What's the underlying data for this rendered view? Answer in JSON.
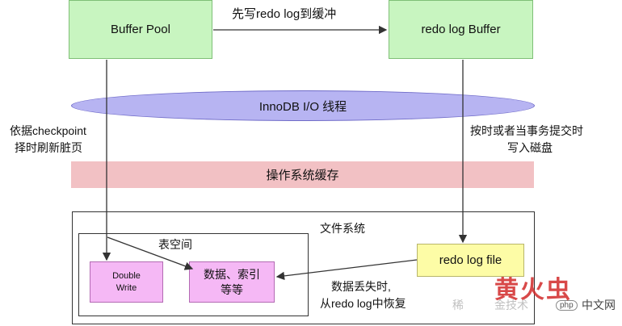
{
  "nodes": {
    "buffer_pool": "Buffer Pool",
    "redo_log_buffer": "redo log Buffer",
    "innodb_io": "InnoDB I/O 线程",
    "os_cache": "操作系统缓存",
    "file_system": "文件系统",
    "tablespace": "表空间",
    "double_write": "Double\nWrite",
    "data_index": "数据、索引\n等等",
    "redo_log_file": "redo log file"
  },
  "edges": {
    "write_redo_first": "先写redo log到缓冲",
    "flush_by_checkpoint_1": "依据checkpoint",
    "flush_by_checkpoint_2": "择时刷新脏页",
    "commit_to_disk_1": "按时或者当事务提交时",
    "commit_to_disk_2": "写入磁盘",
    "recover_1": "数据丢失时,",
    "recover_2": "从redo log中恢复"
  },
  "watermark": {
    "left_text": "稀",
    "middle_text": "金技术",
    "php_badge": "php",
    "brand_text": "中文网",
    "red_text": "黄火虫"
  }
}
